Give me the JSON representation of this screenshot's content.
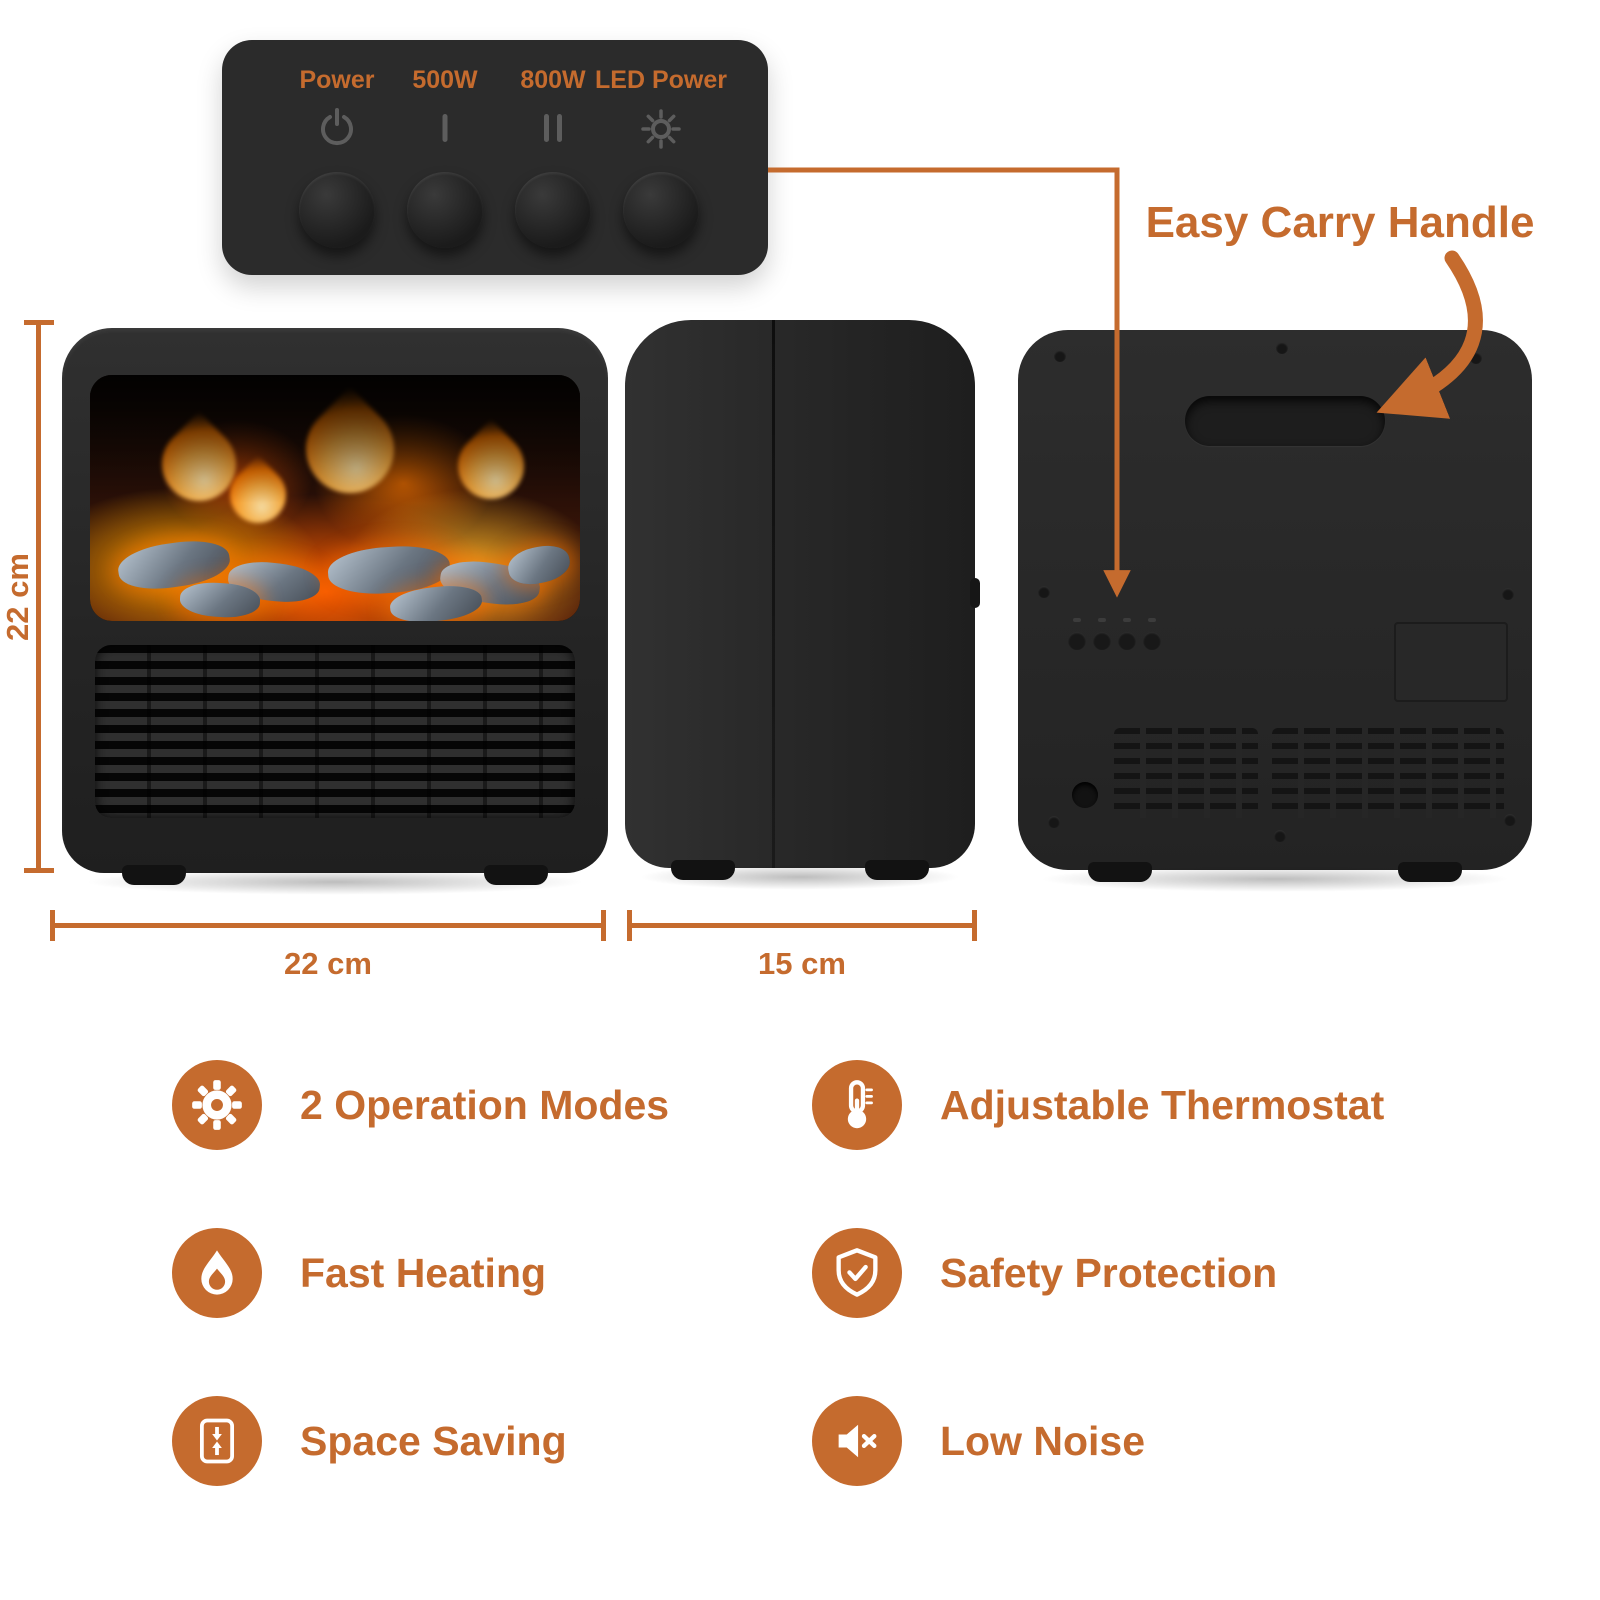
{
  "accent_color": "#c56b2e",
  "body_color": "#262626",
  "control_panel": {
    "labels": [
      "Power",
      "500W",
      "800W",
      "LED Power"
    ],
    "icons": [
      "power-icon",
      "mode-1-icon",
      "mode-2-icon",
      "led-sun-icon"
    ]
  },
  "callouts": {
    "handle": "Easy Carry Handle"
  },
  "dimensions": {
    "height": "22 cm",
    "width": "22 cm",
    "depth": "15 cm"
  },
  "features": [
    {
      "icon": "gear-icon",
      "label": "2 Operation Modes"
    },
    {
      "icon": "thermometer-icon",
      "label": "Adjustable Thermostat"
    },
    {
      "icon": "flame-icon",
      "label": "Fast Heating"
    },
    {
      "icon": "shield-check-icon",
      "label": "Safety Protection"
    },
    {
      "icon": "space-saving-icon",
      "label": "Space Saving"
    },
    {
      "icon": "speaker-mute-icon",
      "label": "Low Noise"
    }
  ]
}
